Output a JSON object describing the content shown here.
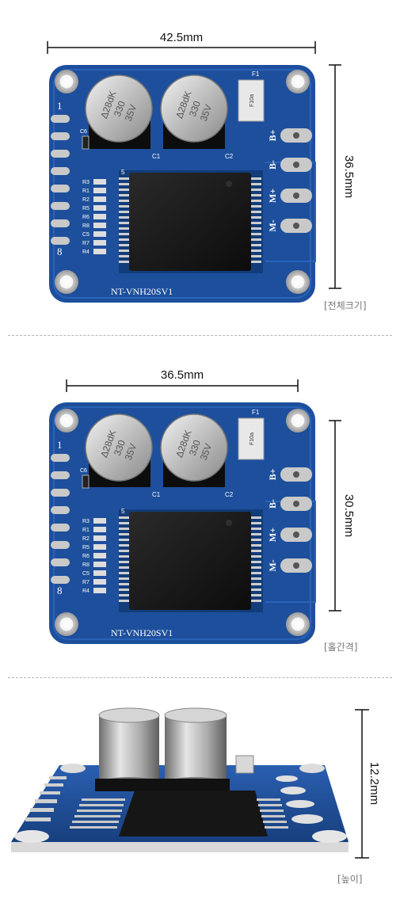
{
  "figures": [
    {
      "caption": "[전체크기]",
      "width_label": "42.5mm",
      "height_label": "36.5mm"
    },
    {
      "caption": "[홀간격]",
      "width_label": "36.5mm",
      "height_label": "30.5mm"
    },
    {
      "caption": "[높이]",
      "height_label": "12.2mm"
    }
  ],
  "board": {
    "model": "NT-VNH20SV1",
    "cap_text_1": "Δ28dK",
    "cap_text_2": "330",
    "cap_text_3": "35V",
    "cap_labels": [
      "C1",
      "C2"
    ],
    "fuse_label": "F1",
    "fuse_text": "F10a",
    "pin_first": "1",
    "pin_last": "8",
    "terminals": [
      "B+",
      "B-",
      "M+",
      "M-"
    ],
    "component_labels": [
      "C6",
      "R3",
      "R1",
      "R2",
      "R5",
      "R6",
      "R8",
      "C5",
      "R7",
      "R4"
    ],
    "chip_pin1": "5"
  },
  "colors": {
    "pcb": "#1d4f9c",
    "pcb_dark": "#123c7a",
    "chip": "#1a1a1a",
    "pad": "#c9c9c9",
    "silk": "#ffffff",
    "dimension": "#111111"
  }
}
